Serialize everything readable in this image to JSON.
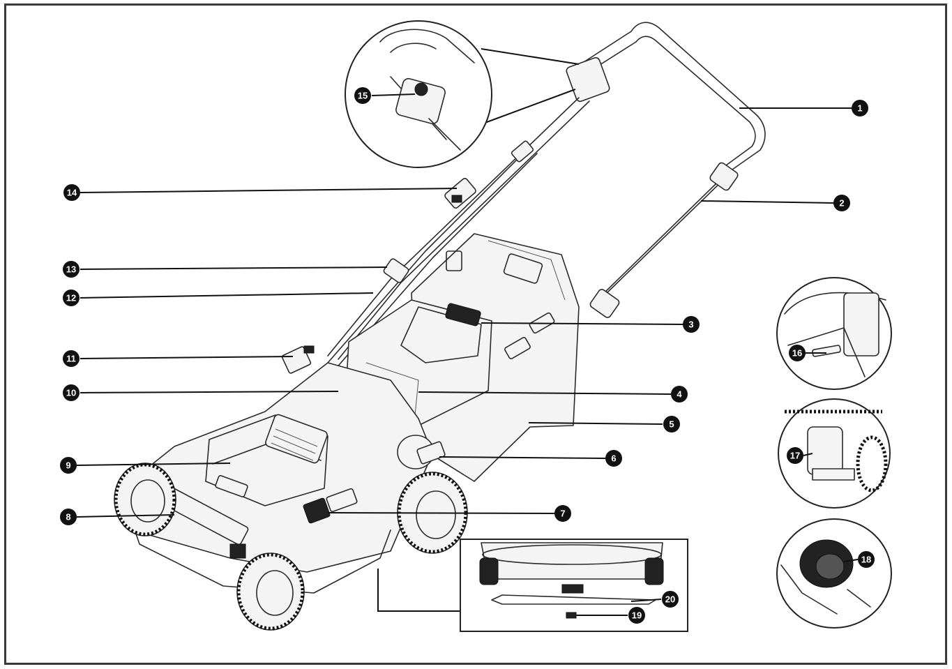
{
  "figure": {
    "callouts": [
      {
        "id": "1",
        "label": "1"
      },
      {
        "id": "2",
        "label": "2"
      },
      {
        "id": "3",
        "label": "3"
      },
      {
        "id": "4",
        "label": "4"
      },
      {
        "id": "5",
        "label": "5"
      },
      {
        "id": "6",
        "label": "6"
      },
      {
        "id": "7",
        "label": "7"
      },
      {
        "id": "8",
        "label": "8"
      },
      {
        "id": "9",
        "label": "9"
      },
      {
        "id": "10",
        "label": "10"
      },
      {
        "id": "11",
        "label": "11"
      },
      {
        "id": "12",
        "label": "12"
      },
      {
        "id": "13",
        "label": "13"
      },
      {
        "id": "14",
        "label": "14"
      },
      {
        "id": "15",
        "label": "15"
      },
      {
        "id": "16",
        "label": "16"
      },
      {
        "id": "17",
        "label": "17"
      },
      {
        "id": "18",
        "label": "18"
      },
      {
        "id": "19",
        "label": "19"
      },
      {
        "id": "20",
        "label": "20"
      }
    ],
    "colors": {
      "ink": "#111111",
      "line": "#2a2a2a",
      "paper": "#ffffff"
    }
  }
}
